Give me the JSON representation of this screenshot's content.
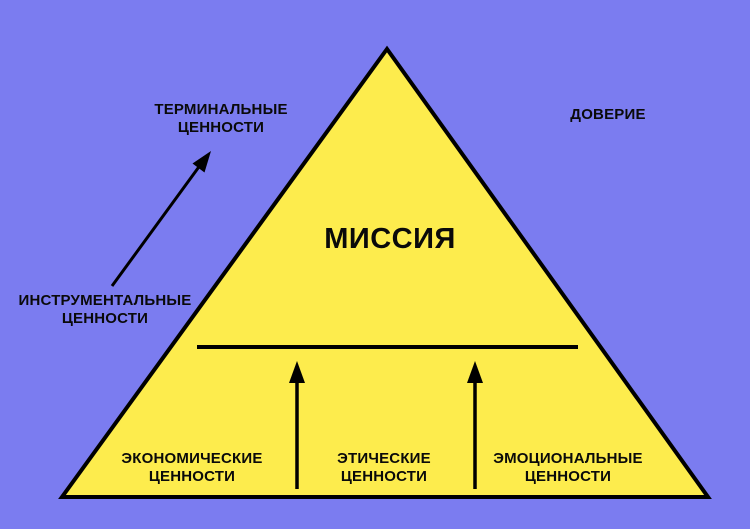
{
  "colors": {
    "background": "#7b7cf0",
    "pyramid_fill": "#fdec4d",
    "line": "#000000",
    "text": "#0a0a0a"
  },
  "labels": {
    "terminal_values": "ТЕРМИНАЛЬНЫЕ\nЦЕННОСТИ",
    "trust": "ДОВЕРИЕ",
    "mission": "МИССИЯ",
    "instrumental_values": "ИНСТРУМЕНТАЛЬНЫЕ\nЦЕННОСТИ",
    "economic_values": "ЭКОНОМИЧЕСКИЕ\nЦЕННОСТИ",
    "ethical_values": "ЭТИЧЕСКИЕ\nЦЕННОСТИ",
    "emotional_values": "ЭМОЦИОНАЛЬНЫЕ\nЦЕННОСТИ"
  }
}
